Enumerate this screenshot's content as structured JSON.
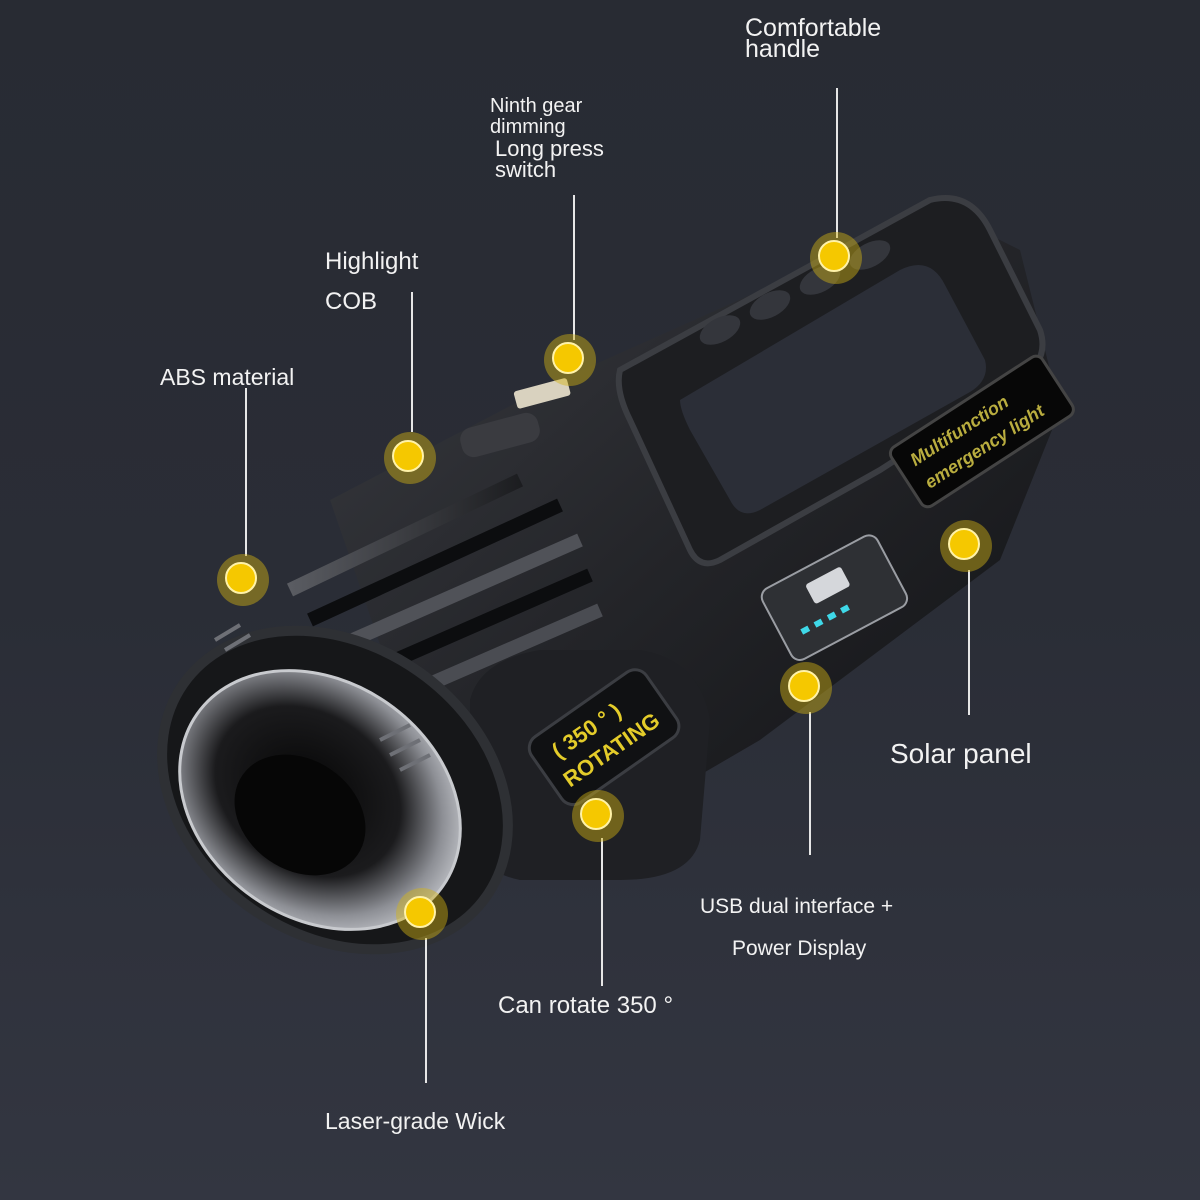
{
  "product": {
    "name": "Multifunction emergency light",
    "screen_text_line1": "Multifunction",
    "screen_text_line2": "emergency light",
    "rotating_badge_line1": "( 350 ° )",
    "rotating_badge_line2": "ROTATING"
  },
  "callouts": [
    {
      "id": "comfortable-handle",
      "lines": [
        "Comfortable",
        "handle"
      ]
    },
    {
      "id": "ninth-gear-switch",
      "lines": [
        "Ninth gear",
        "dimming",
        "Long press",
        "switch"
      ]
    },
    {
      "id": "highlight-cob",
      "lines": [
        "Highlight",
        "COB"
      ]
    },
    {
      "id": "abs-material",
      "lines": [
        "ABS material"
      ]
    },
    {
      "id": "solar-panel",
      "lines": [
        "Solar panel"
      ]
    },
    {
      "id": "usb-power-display",
      "lines": [
        "USB dual interface +",
        "Power Display"
      ]
    },
    {
      "id": "can-rotate",
      "lines": [
        "Can rotate 350 °"
      ]
    },
    {
      "id": "laser-wick",
      "lines": [
        "Laser-grade Wick"
      ]
    }
  ],
  "colors": {
    "background": "#2a2d36",
    "marker_yellow": "#f5c800",
    "label_text": "#f2f2f2",
    "body_black": "#1a1b1e",
    "indicator_cyan": "#3fd8e8"
  }
}
